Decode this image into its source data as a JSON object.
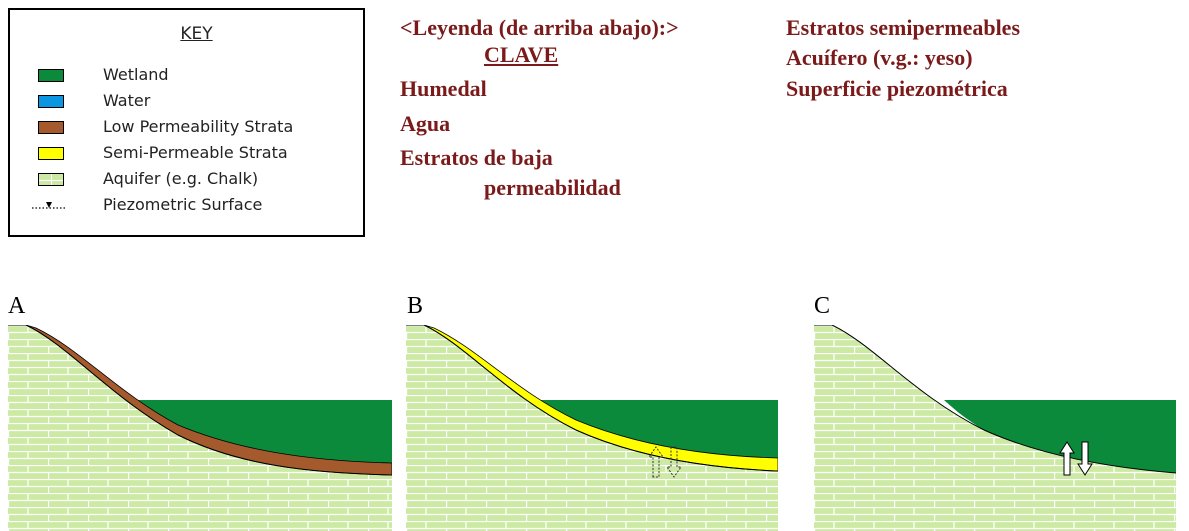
{
  "key": {
    "title": "KEY",
    "items": [
      {
        "id": "wetland",
        "label": "Wetland",
        "color": "#0a8a3a"
      },
      {
        "id": "water",
        "label": "Water",
        "color": "#0a96e0"
      },
      {
        "id": "low_permeability",
        "label": "Low Permeability Strata",
        "color": "#a55a2e"
      },
      {
        "id": "semi_permeable",
        "label": "Semi-Permeable Strata",
        "color": "#ffff00"
      },
      {
        "id": "aquifer",
        "label": "Aquifer (e.g. Chalk)",
        "color": "#cdeaa5"
      },
      {
        "id": "piezometric",
        "label": "Piezometric Surface",
        "color": "#000000"
      }
    ]
  },
  "spanish": {
    "col1": {
      "heading": "<Leyenda (de arriba abajo):>",
      "clave": "CLAVE",
      "line1": "Humedal",
      "line2": "Agua",
      "line3": "Estratos de baja",
      "line4": "permeabilidad"
    },
    "col2": {
      "line1": "Estratos semipermeables",
      "line2": "Acuífero (v.g.: yeso)",
      "line3": "Superficie piezométrica"
    }
  },
  "panels": [
    {
      "label": "A",
      "stratum": "low_permeability"
    },
    {
      "label": "B",
      "stratum": "semi_permeable"
    },
    {
      "label": "C",
      "stratum": "none"
    }
  ],
  "colors": {
    "text_spanish": "#7b1a1a",
    "wetland": "#0a8a3a",
    "aquifer": "#cdeaa5",
    "low_permeability": "#a55a2e",
    "semi_permeable": "#ffff00"
  }
}
